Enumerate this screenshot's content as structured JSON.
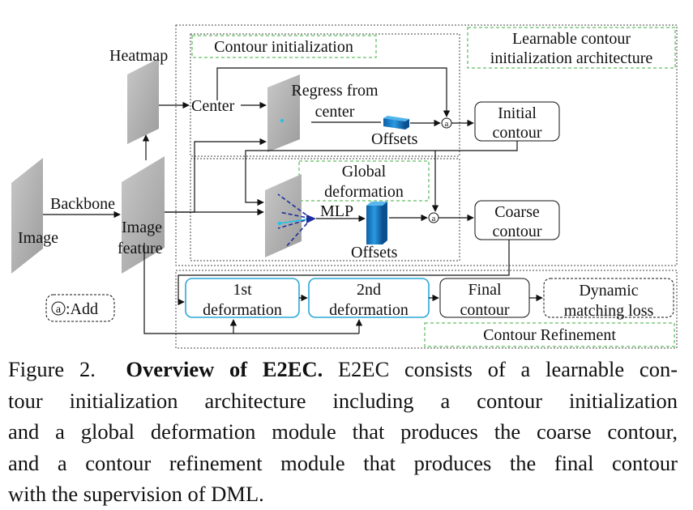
{
  "figure": {
    "labels": {
      "heatmap": "Heatmap",
      "contour_init": "Contour initialization",
      "learnable_1": "Learnable contour",
      "learnable_2": "initialization architecture",
      "center": "Center",
      "regress_1": "Regress from",
      "regress_2": "center",
      "offsets_top": "Offsets",
      "add_symbol": "a",
      "initial_1": "Initial",
      "initial_2": "contour",
      "global_1": "Global",
      "global_2": "deformation",
      "mlp": "MLP",
      "coarse_1": "Coarse",
      "coarse_2": "contour",
      "offsets_mid": "Offsets",
      "backbone": "Backbone",
      "image": "Image",
      "image_feature_1": "Image",
      "image_feature_2": "feature",
      "add_legend": ":Add",
      "first_1": "1st",
      "first_2": "deformation",
      "second_1": "2nd",
      "second_2": "deformation",
      "final_1": "Final",
      "final_2": "contour",
      "dml_1": "Dynamic",
      "dml_2": "matching loss",
      "refinement": "Contour Refinement"
    },
    "colors": {
      "panel_gray": "#b4b4b4",
      "panel_gray_dark": "#8c8c8c",
      "dashed_green": "#7dc97d",
      "teal": "#29a8d8",
      "offset_blue": "#1479c4",
      "ray_blue": "#1a2e9e",
      "point_cyan": "#22c2e8"
    }
  },
  "caption": {
    "figure_number": "Figure 2.",
    "title": "Overview of E2EC.",
    "line1_rest": "E2EC consists of a learnable con-",
    "line2": "tour initialization architecture including a contour initialization",
    "line3": "and a global deformation module that produces the coarse contour,",
    "line4": "and a contour refinement module that produces the final contour",
    "line5": "with the supervision of DML."
  }
}
